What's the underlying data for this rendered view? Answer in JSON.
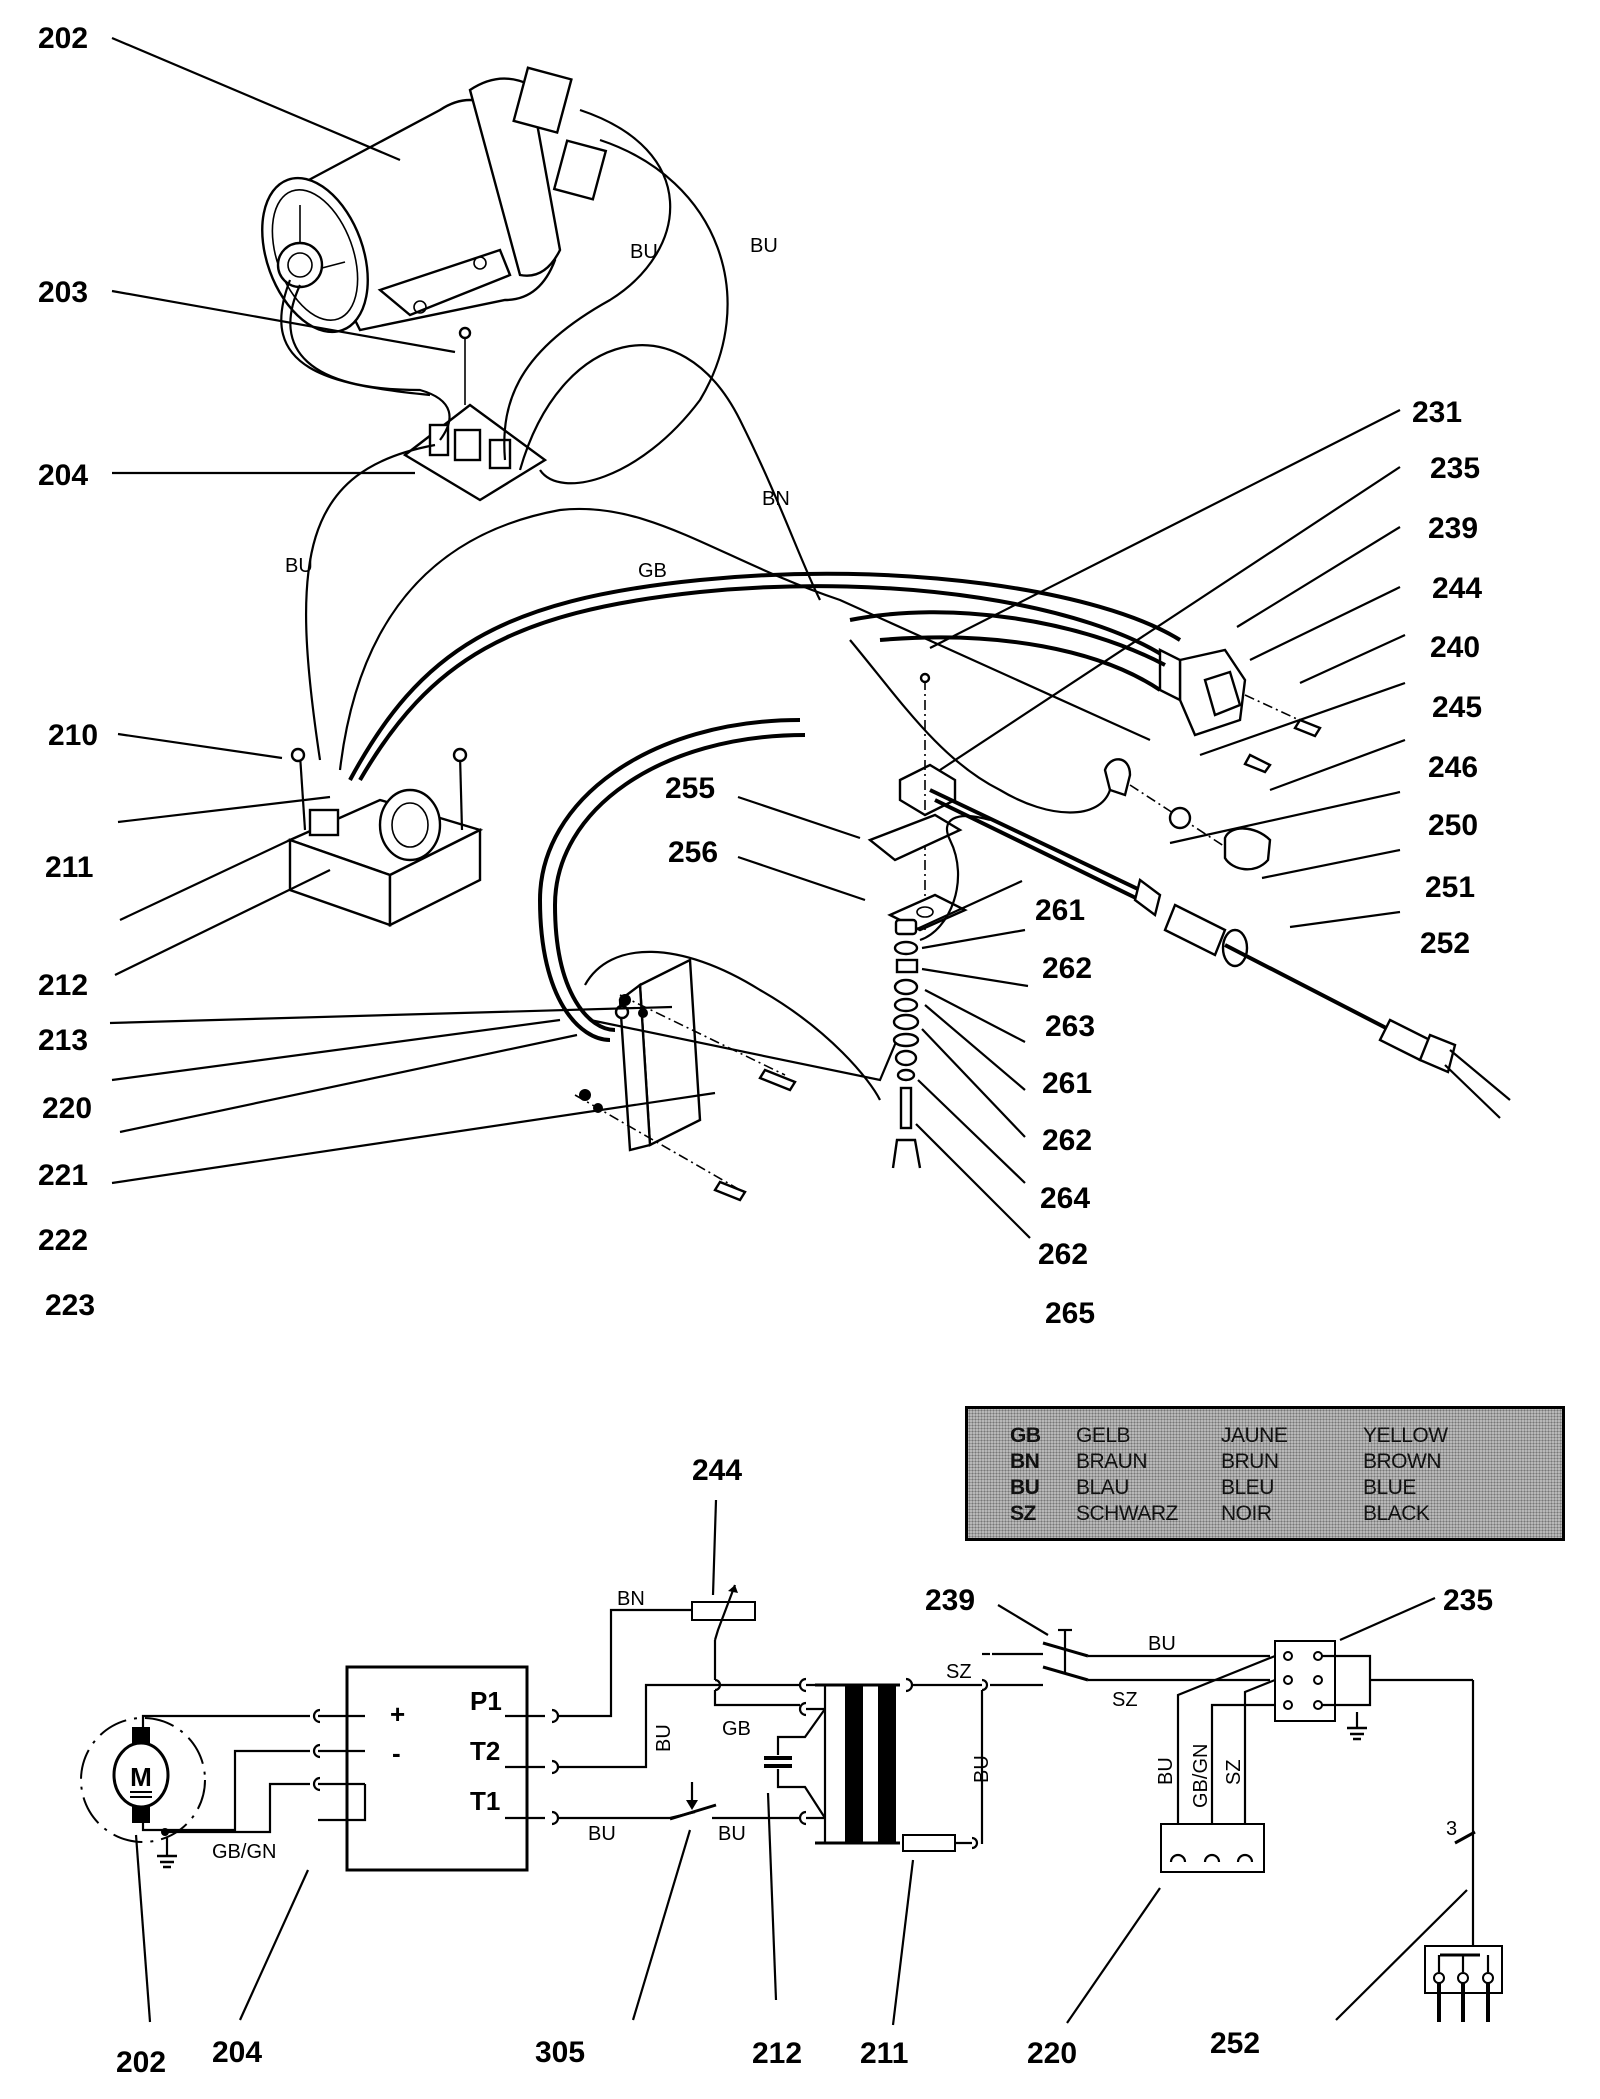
{
  "title": "Exploded parts diagram and wiring schematic",
  "exploded_view": {
    "part_labels": [
      {
        "id": "202",
        "text": "202"
      },
      {
        "id": "203",
        "text": "203"
      },
      {
        "id": "204",
        "text": "204"
      },
      {
        "id": "210",
        "text": "210"
      },
      {
        "id": "211",
        "text": "211"
      },
      {
        "id": "212",
        "text": "212"
      },
      {
        "id": "213",
        "text": "213"
      },
      {
        "id": "220",
        "text": "220"
      },
      {
        "id": "221",
        "text": "221"
      },
      {
        "id": "222",
        "text": "222"
      },
      {
        "id": "223",
        "text": "223"
      },
      {
        "id": "231",
        "text": "231"
      },
      {
        "id": "235",
        "text": "235"
      },
      {
        "id": "239",
        "text": "239"
      },
      {
        "id": "244",
        "text": "244"
      },
      {
        "id": "240",
        "text": "240"
      },
      {
        "id": "245",
        "text": "245"
      },
      {
        "id": "246",
        "text": "246"
      },
      {
        "id": "250",
        "text": "250"
      },
      {
        "id": "251",
        "text": "251"
      },
      {
        "id": "252",
        "text": "252"
      },
      {
        "id": "255",
        "text": "255"
      },
      {
        "id": "256",
        "text": "256"
      },
      {
        "id": "261a",
        "text": "261"
      },
      {
        "id": "262a",
        "text": "262"
      },
      {
        "id": "263",
        "text": "263"
      },
      {
        "id": "261b",
        "text": "261"
      },
      {
        "id": "262b",
        "text": "262"
      },
      {
        "id": "264",
        "text": "264"
      },
      {
        "id": "262c",
        "text": "262"
      },
      {
        "id": "265",
        "text": "265"
      }
    ],
    "wire_labels": {
      "motor_bu_inner": "BU",
      "motor_bu_outer": "BU",
      "bn": "BN",
      "bu_left": "BU",
      "gb": "GB"
    }
  },
  "legend": {
    "rows": [
      {
        "code": "GB",
        "de": "GELB",
        "fr": "JAUNE",
        "en": "YELLOW"
      },
      {
        "code": "BN",
        "de": "BRAUN",
        "fr": "BRUN",
        "en": "BROWN"
      },
      {
        "code": "BU",
        "de": "BLAU",
        "fr": "BLEU",
        "en": "BLUE"
      },
      {
        "code": "SZ",
        "de": "SCHWARZ",
        "fr": "NOIR",
        "en": "BLACK"
      }
    ]
  },
  "schematic": {
    "motor_symbol": "M",
    "controller_terminals": {
      "plus": "+",
      "minus": "-",
      "p1": "P1",
      "t2": "T2",
      "t1": "T1"
    },
    "wire_labels": {
      "gbgn_motor": "GB/GN",
      "bn_top": "BN",
      "bu_vertical_ctrl": "BU",
      "gb_mid": "GB",
      "bu_t1": "BU",
      "bu_after_switch": "BU",
      "sz_transformer": "SZ",
      "bu_vertical_right": "BU",
      "bu_switch_top": "BU",
      "sz_switch_bottom": "SZ",
      "bu_socket": "BU",
      "gbgn_socket": "GB/GN",
      "sz_socket": "SZ",
      "conductor_count": "3"
    },
    "callouts": {
      "c244": "244",
      "c239": "239",
      "c235": "235",
      "c202": "202",
      "c204": "204",
      "c305": "305",
      "c212": "212",
      "c211": "211",
      "c220": "220",
      "c252": "252"
    }
  }
}
